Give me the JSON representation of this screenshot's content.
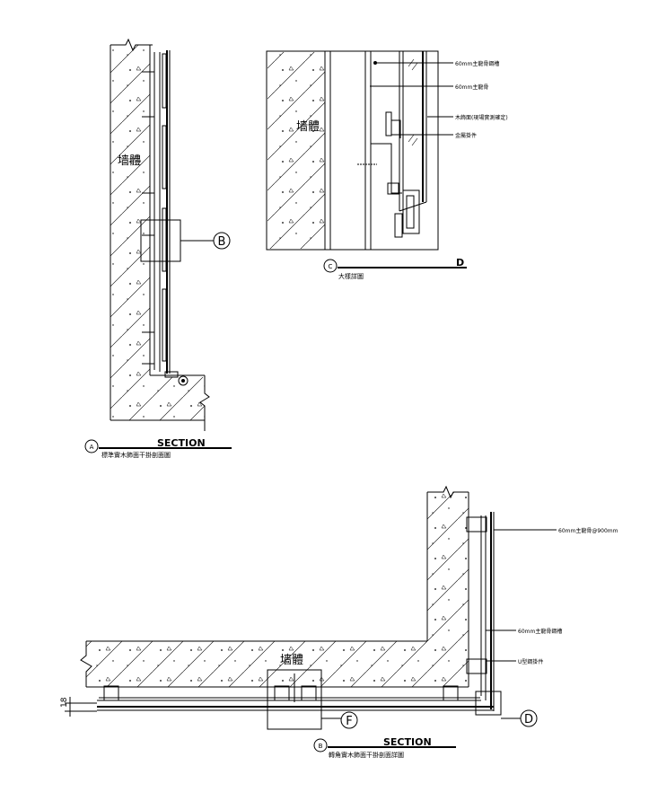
{
  "drawing_a": {
    "wall_label": "墙體",
    "callout_b": "B",
    "marker": "A",
    "section_word": "SECTION",
    "subtitle": "標準實木飾面干掛剖面圖"
  },
  "drawing_c": {
    "wall_label": "墙體",
    "marker": "C",
    "section_letter": "D",
    "subtitle": "大樣詳圖",
    "notes": [
      "60mm主龍骨鋼槽",
      "60mm主龍骨",
      "木飾面(現場實測確定)",
      "金屬掛件"
    ]
  },
  "drawing_b": {
    "wall_label": "墙體",
    "callout_f": "F",
    "callout_d": "D",
    "dimension": "18",
    "marker": "B",
    "section_word": "SECTION",
    "subtitle": "轉角實木飾面干掛剖面詳圖",
    "notes": [
      "60mm主龍骨@900mm",
      "60mm主龍骨鋼槽",
      "U型鋼掛件"
    ]
  }
}
